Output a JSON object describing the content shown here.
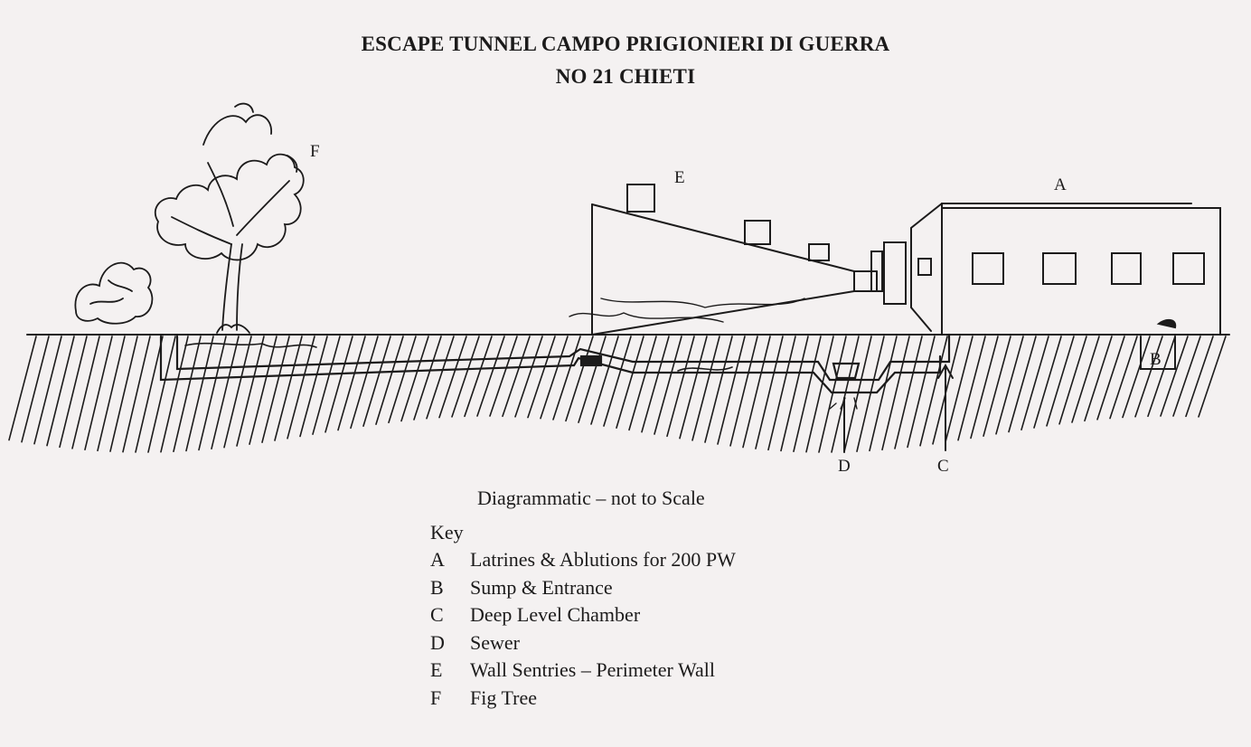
{
  "title": {
    "line1": "ESCAPE TUNNEL CAMPO PRIGIONIERI DI GUERRA",
    "line2": "NO 21 CHIETI"
  },
  "diagram": {
    "labels": {
      "A": "A",
      "B": "B",
      "C": "C",
      "D": "D",
      "E": "E",
      "F": "F"
    }
  },
  "caption": "Diagrammatic – not to Scale",
  "key": {
    "title": "Key",
    "items": [
      {
        "letter": "A",
        "text": "Latrines & Ablutions for 200 PW"
      },
      {
        "letter": "B",
        "text": "Sump & Entrance"
      },
      {
        "letter": "C",
        "text": "Deep Level Chamber"
      },
      {
        "letter": "D",
        "text": "Sewer"
      },
      {
        "letter": "E",
        "text": "Wall Sentries – Perimeter Wall"
      },
      {
        "letter": "F",
        "text": "Fig Tree"
      }
    ]
  },
  "colors": {
    "background": "#f4f1f1",
    "ink": "#1c1b1b"
  }
}
